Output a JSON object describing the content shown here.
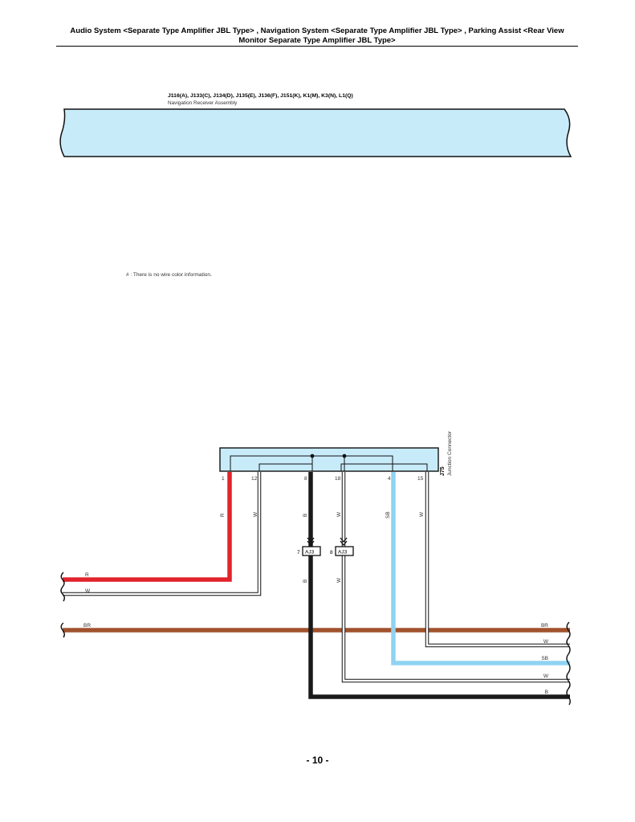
{
  "header": {
    "title_line1": "Audio System <Separate Type Amplifier JBL Type> , Navigation System <Separate Type Amplifier JBL Type> , Parking Assist <Rear View",
    "title_line2": "Monitor Separate Type Amplifier JBL Type>"
  },
  "navigation_receiver": {
    "connectors": "J116(A), J133(C), J134(D), J135(E), J136(F), J151(K), K1(M), K3(N), L1(Q)",
    "name": "Navigation Receiver Assembly"
  },
  "note": "# : There is no wire color information.",
  "junction_connector": {
    "code": "J75",
    "name": "Junction Connector",
    "pins": [
      "1",
      "12",
      "8",
      "18",
      "4",
      "15"
    ]
  },
  "wire_labels": {
    "pin1": "R",
    "pin12": "W",
    "pin8": "B",
    "pin18": "W",
    "pin4": "SB",
    "pin15": "W",
    "pin8_lower": "B",
    "pin18_lower": "W"
  },
  "ring_connectors": [
    {
      "pin": "7",
      "code": "AJ3"
    },
    {
      "pin": "8",
      "code": "AJ3"
    }
  ],
  "left_wires": [
    "R",
    "W",
    "BR"
  ],
  "right_wires": [
    "BR",
    "W",
    "SB",
    "W",
    "B"
  ],
  "colors": {
    "red": "#e2232b",
    "brown": "#a0522d",
    "sky_blue": "#8fd3f2",
    "black": "#1a1a1a",
    "connector_fill": "#c8ebfa"
  },
  "page_number": "- 10 -"
}
